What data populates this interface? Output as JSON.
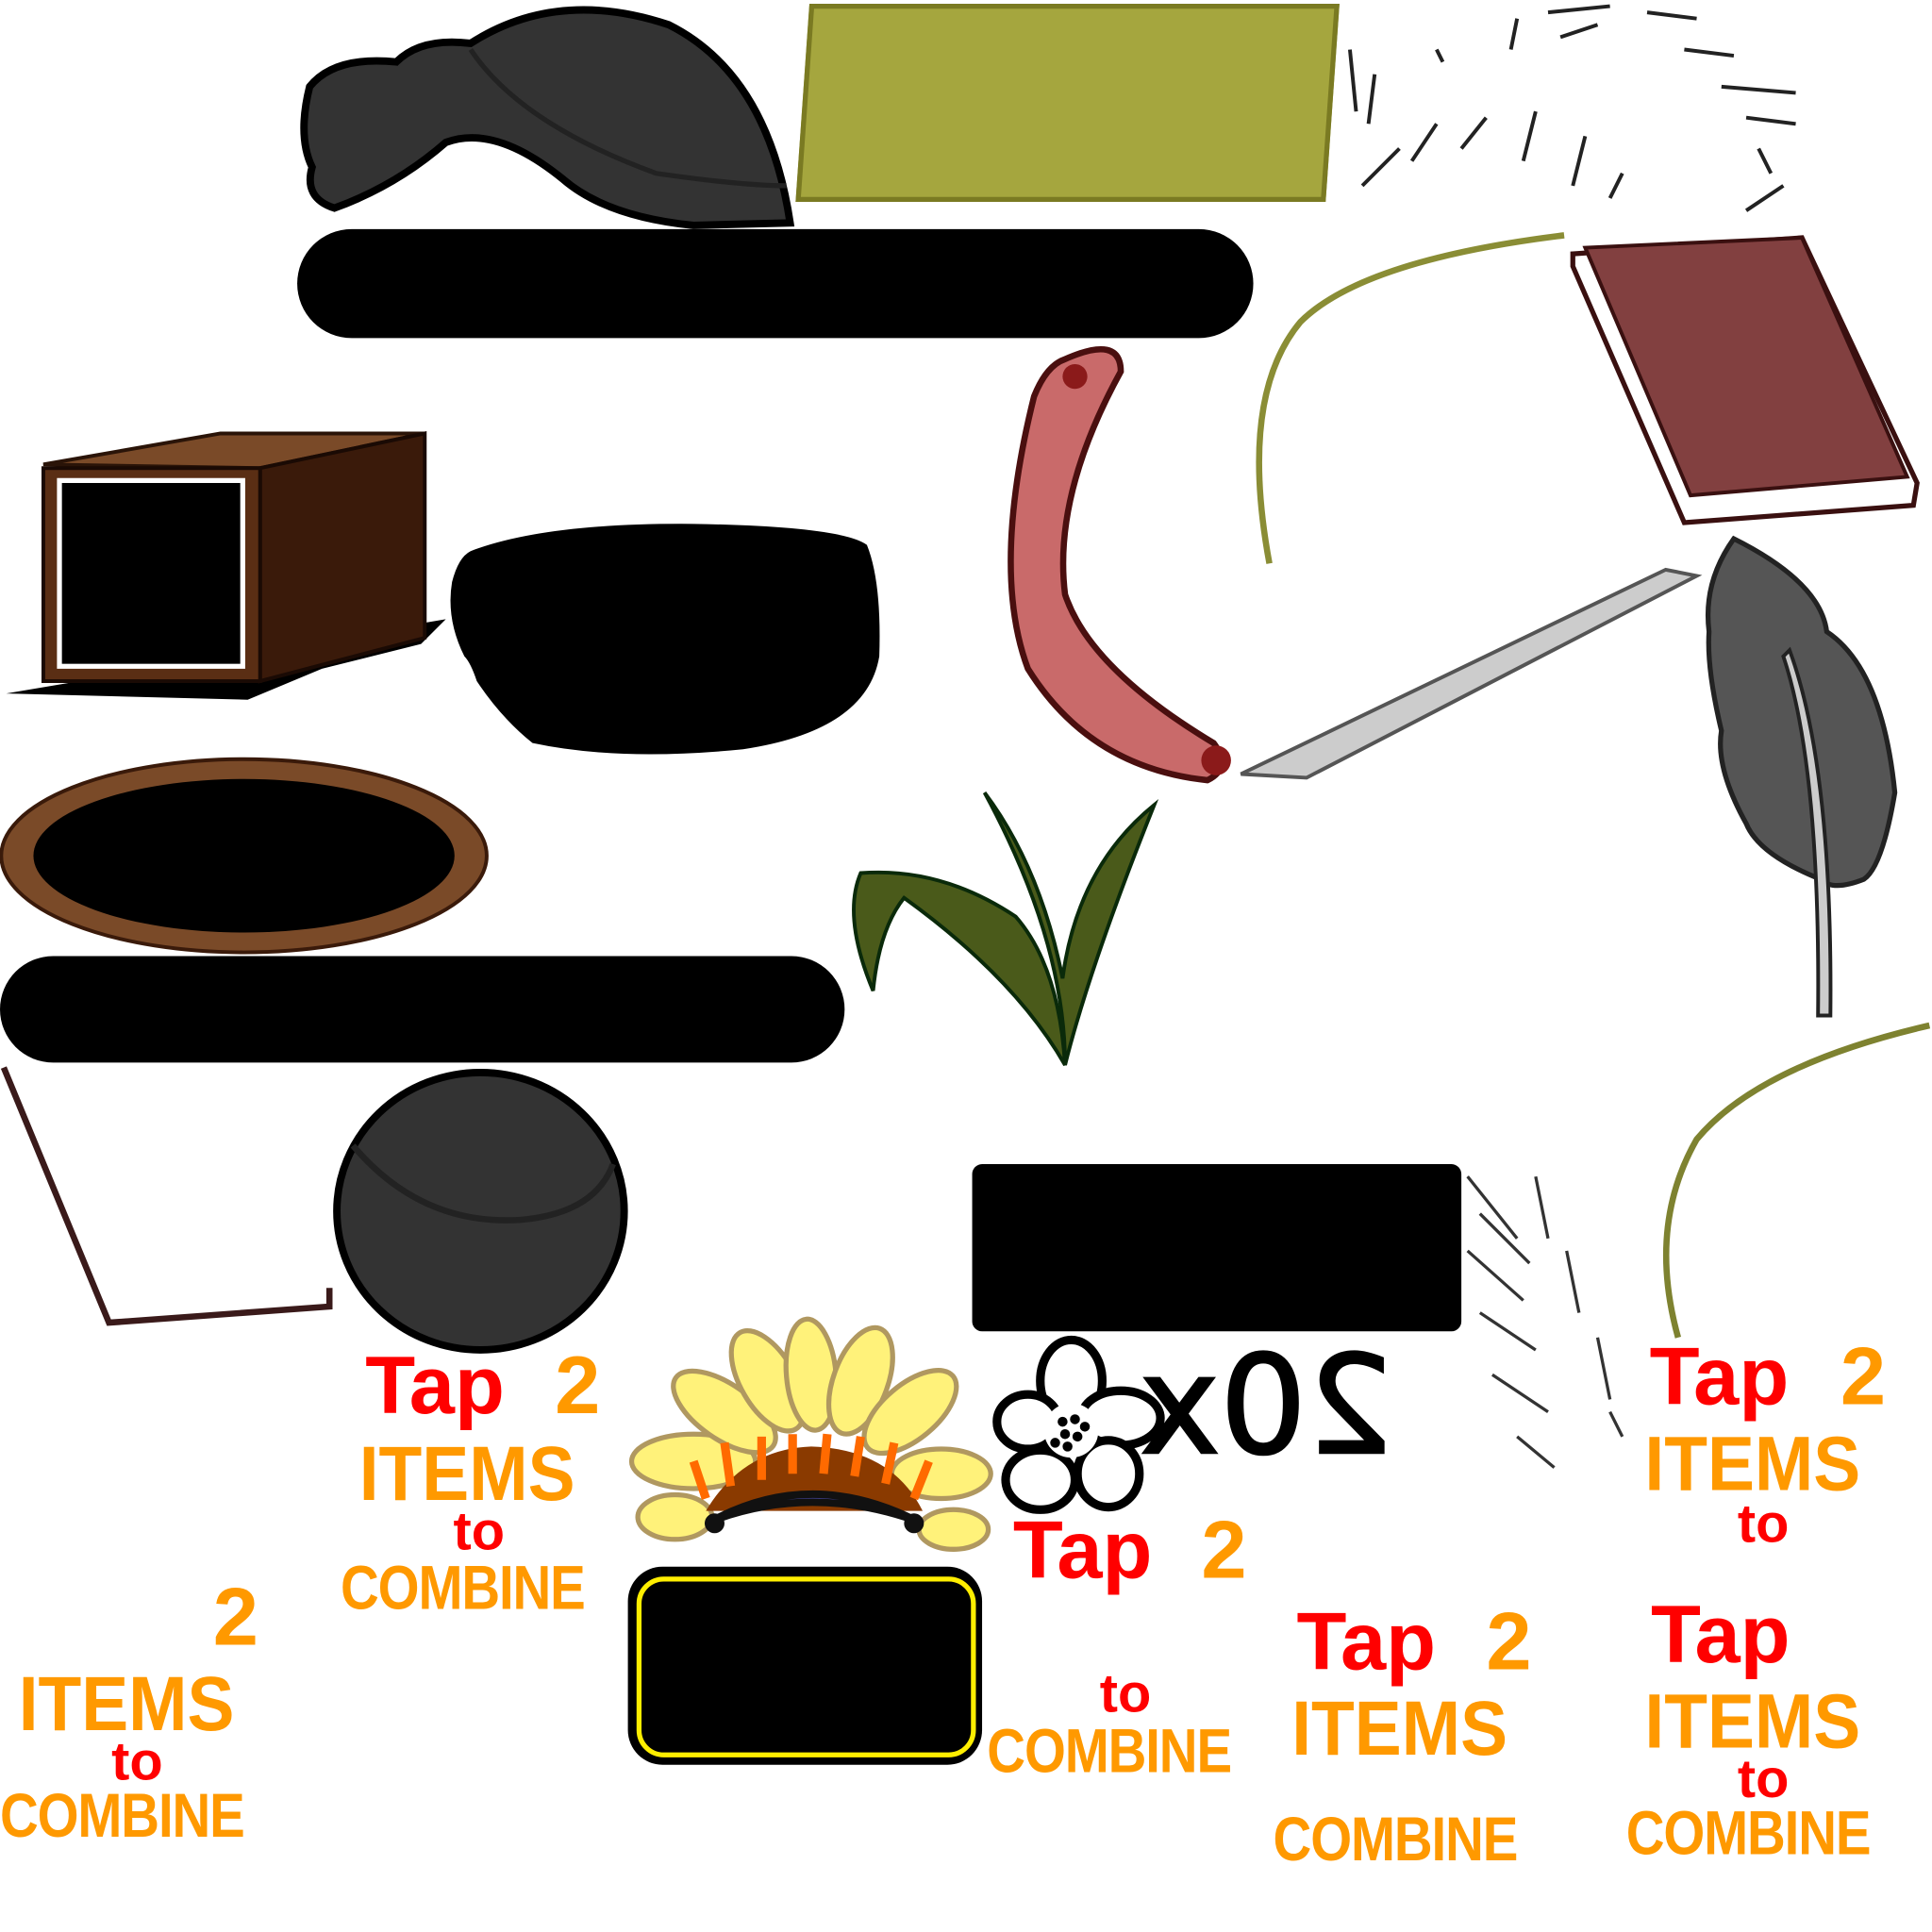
{
  "sheet": {
    "labels": [
      {
        "tap": "Tap",
        "num": "2",
        "items": "ITEMS",
        "to": "to",
        "combine": "COMBINE"
      },
      {
        "tap": "Tap",
        "num": "2",
        "items": "ITEMS",
        "to": "to"
      },
      {
        "tap": "Tap",
        "num": "2"
      },
      {
        "to": "to",
        "combine": "COMBINE"
      },
      {
        "tap": "Tap",
        "num": "2",
        "items": "ITEMS",
        "combine": "COMBINE"
      },
      {
        "tap": "Tap",
        "items": "ITEMS",
        "to": "to",
        "combine": "COMBINE"
      },
      {
        "num": "2",
        "items": "ITEMS",
        "to": "to",
        "combine": "COMBINE"
      }
    ],
    "counter": "20x"
  },
  "colors": {
    "red": "#ff0000",
    "orange": "#ff9900",
    "olive": "#a5a63e",
    "book": "#824040",
    "box": "#6b3a1e"
  }
}
